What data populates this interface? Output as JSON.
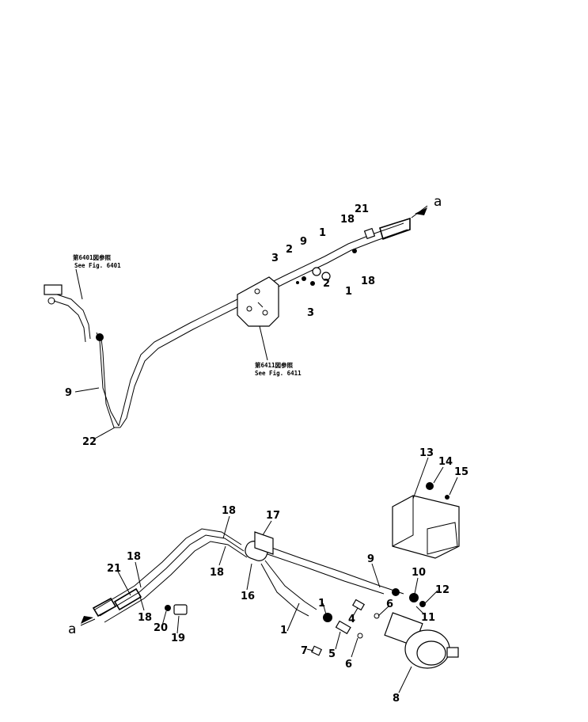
{
  "direction_labels": {
    "a_top": "a",
    "a_bottom": "a"
  },
  "notes": {
    "upper_left_line1": "第6401図参照",
    "upper_left_line2": "See Fig. 6401",
    "center_line1": "第6411図参照",
    "center_line2": "See Fig. 6411"
  },
  "callouts": [
    {
      "id": "c21a",
      "text": "21"
    },
    {
      "id": "c18a",
      "text": "18"
    },
    {
      "id": "c1a",
      "text": "1"
    },
    {
      "id": "c9a",
      "text": "9"
    },
    {
      "id": "c2a",
      "text": "2"
    },
    {
      "id": "c3a",
      "text": "3"
    },
    {
      "id": "c18b",
      "text": "18"
    },
    {
      "id": "c1b",
      "text": "1"
    },
    {
      "id": "c2b",
      "text": "2"
    },
    {
      "id": "c3b",
      "text": "3"
    },
    {
      "id": "c9b",
      "text": "9"
    },
    {
      "id": "c22",
      "text": "22"
    },
    {
      "id": "c13",
      "text": "13"
    },
    {
      "id": "c14",
      "text": "14"
    },
    {
      "id": "c15",
      "text": "15"
    },
    {
      "id": "c18c",
      "text": "18"
    },
    {
      "id": "c17",
      "text": "17"
    },
    {
      "id": "c18d",
      "text": "18"
    },
    {
      "id": "c21b",
      "text": "21"
    },
    {
      "id": "c18e",
      "text": "18"
    },
    {
      "id": "c16",
      "text": "16"
    },
    {
      "id": "c9c",
      "text": "9"
    },
    {
      "id": "c10",
      "text": "10"
    },
    {
      "id": "c12",
      "text": "12"
    },
    {
      "id": "c1c",
      "text": "1"
    },
    {
      "id": "c6a",
      "text": "6"
    },
    {
      "id": "c11",
      "text": "11"
    },
    {
      "id": "c4",
      "text": "4"
    },
    {
      "id": "c1d",
      "text": "1"
    },
    {
      "id": "c18f",
      "text": "18"
    },
    {
      "id": "c20",
      "text": "20"
    },
    {
      "id": "c19",
      "text": "19"
    },
    {
      "id": "c7",
      "text": "7"
    },
    {
      "id": "c5",
      "text": "5"
    },
    {
      "id": "c6b",
      "text": "6"
    },
    {
      "id": "c8",
      "text": "8"
    }
  ]
}
